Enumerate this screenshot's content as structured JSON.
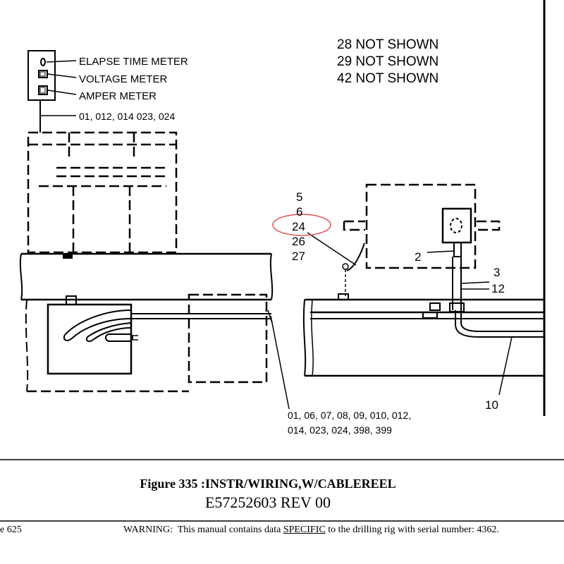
{
  "diagram": {
    "meters": [
      "ELAPSE TIME METER",
      "VOLTAGE METER",
      "AMPER METER"
    ],
    "meter_wire_label": "01, 012, 014 023, 024",
    "not_shown": [
      "28  NOT SHOWN",
      "29  NOT SHOWN",
      "42  NOT SHOWN"
    ],
    "callout_stack": [
      "5",
      "6",
      "24",
      "26",
      "27"
    ],
    "highlighted_callout": "24",
    "highlight_color": "#e05050",
    "callout_2": "2",
    "callout_3": "3",
    "callout_12": "12",
    "callout_10": "10",
    "cable_label_line1": "01, 06, 07, 08, 09, 010, 012,",
    "cable_label_line2": "014, 023, 024, 398, 399"
  },
  "caption": {
    "title": "Figure 335 :INSTR/WIRING,W/CABLEREEL",
    "code": "E57252603 REV 00"
  },
  "footer": {
    "page": "e 625",
    "warning_prefix": "WARNING:  This manual contains data ",
    "warning_emphasis": "SPECIFIC",
    "warning_suffix": " to the drilling rig with serial number: 4362."
  }
}
